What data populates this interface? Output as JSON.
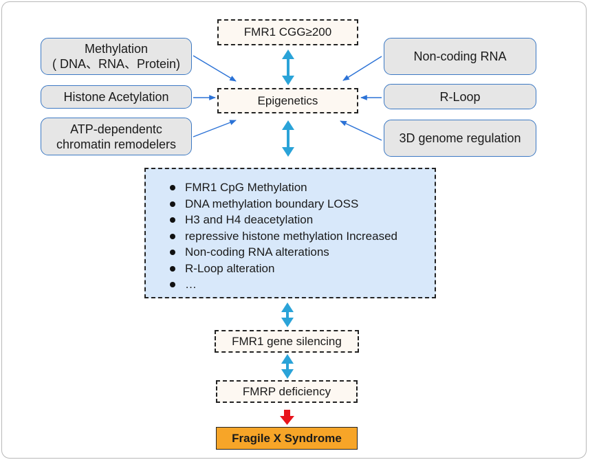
{
  "diagram": {
    "top_box": "FMR1 CGG≥200",
    "center_box": "Epigenetics",
    "left_boxes": {
      "methylation_line1": "Methylation",
      "methylation_line2": "( DNA、RNA、Protein)",
      "histone": "Histone Acetylation",
      "atp_line1": "ATP-dependentc",
      "atp_line2": "chromatin remodelers"
    },
    "right_boxes": {
      "noncoding": "Non-coding RNA",
      "rloop": "R-Loop",
      "genome3d": "3D genome regulation"
    },
    "effects": [
      "FMR1 CpG  Methylation",
      "DNA methylation boundary LOSS",
      "H3 and H4 deacetylation",
      "repressive histone methylation Increased",
      "Non-coding RNA alterations",
      "R-Loop  alteration",
      "…"
    ],
    "silencing_box": "FMR1 gene silencing",
    "deficiency_box": "FMRP deficiency",
    "outcome_box": "Fragile X Syndrome"
  },
  "colors": {
    "double_arrow": "#2aa3d8",
    "thin_arrow": "#2b72d6",
    "red_arrow": "#e8141c",
    "outcome_fill": "#f7a528",
    "effects_fill": "#d8e8fa",
    "gray_fill": "#e6e6e6",
    "box_border_blue": "#3b78c3"
  }
}
